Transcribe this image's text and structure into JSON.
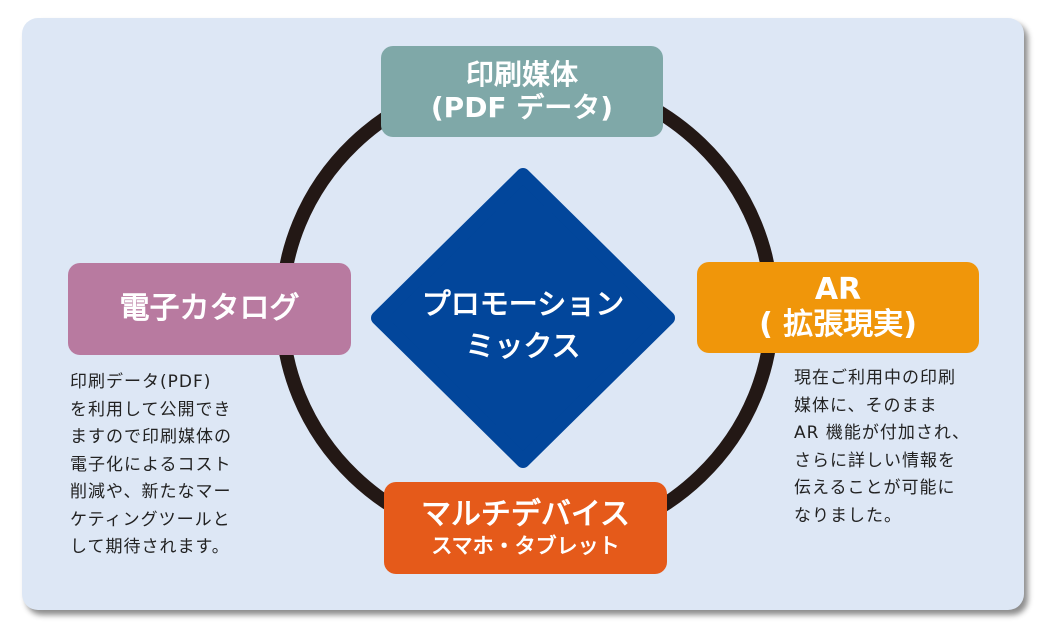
{
  "center": {
    "line1": "プロモーション",
    "line2": "ミックス"
  },
  "nodes": {
    "top": {
      "line1": "印刷媒体",
      "line2": "(PDF データ)"
    },
    "left": {
      "label": "電子カタログ"
    },
    "right": {
      "line1": "AR",
      "line2": "( 拡張現実)"
    },
    "bottom": {
      "line1": "マルチデバイス",
      "line2": "スマホ・タブレット"
    }
  },
  "descriptions": {
    "left": [
      "印刷データ(PDF)",
      "を利用して公開でき",
      "ますので印刷媒体の",
      "電子化によるコスト",
      "削減や、新たなマー",
      "ケティングツールと",
      "して期待されます。"
    ],
    "right": [
      "現在ご利用中の印刷",
      "媒体に、そのまま",
      "AR 機能が付加され、",
      "さらに詳しい情報を",
      "伝えることが可能に",
      "なりました。"
    ]
  },
  "colors": {
    "panel": "#dde7f5",
    "ring": "#231815",
    "diamond": "#02469b",
    "top": "#7fa8a8",
    "left": "#b87aa0",
    "right": "#f0960a",
    "bottom": "#e55a1a"
  }
}
